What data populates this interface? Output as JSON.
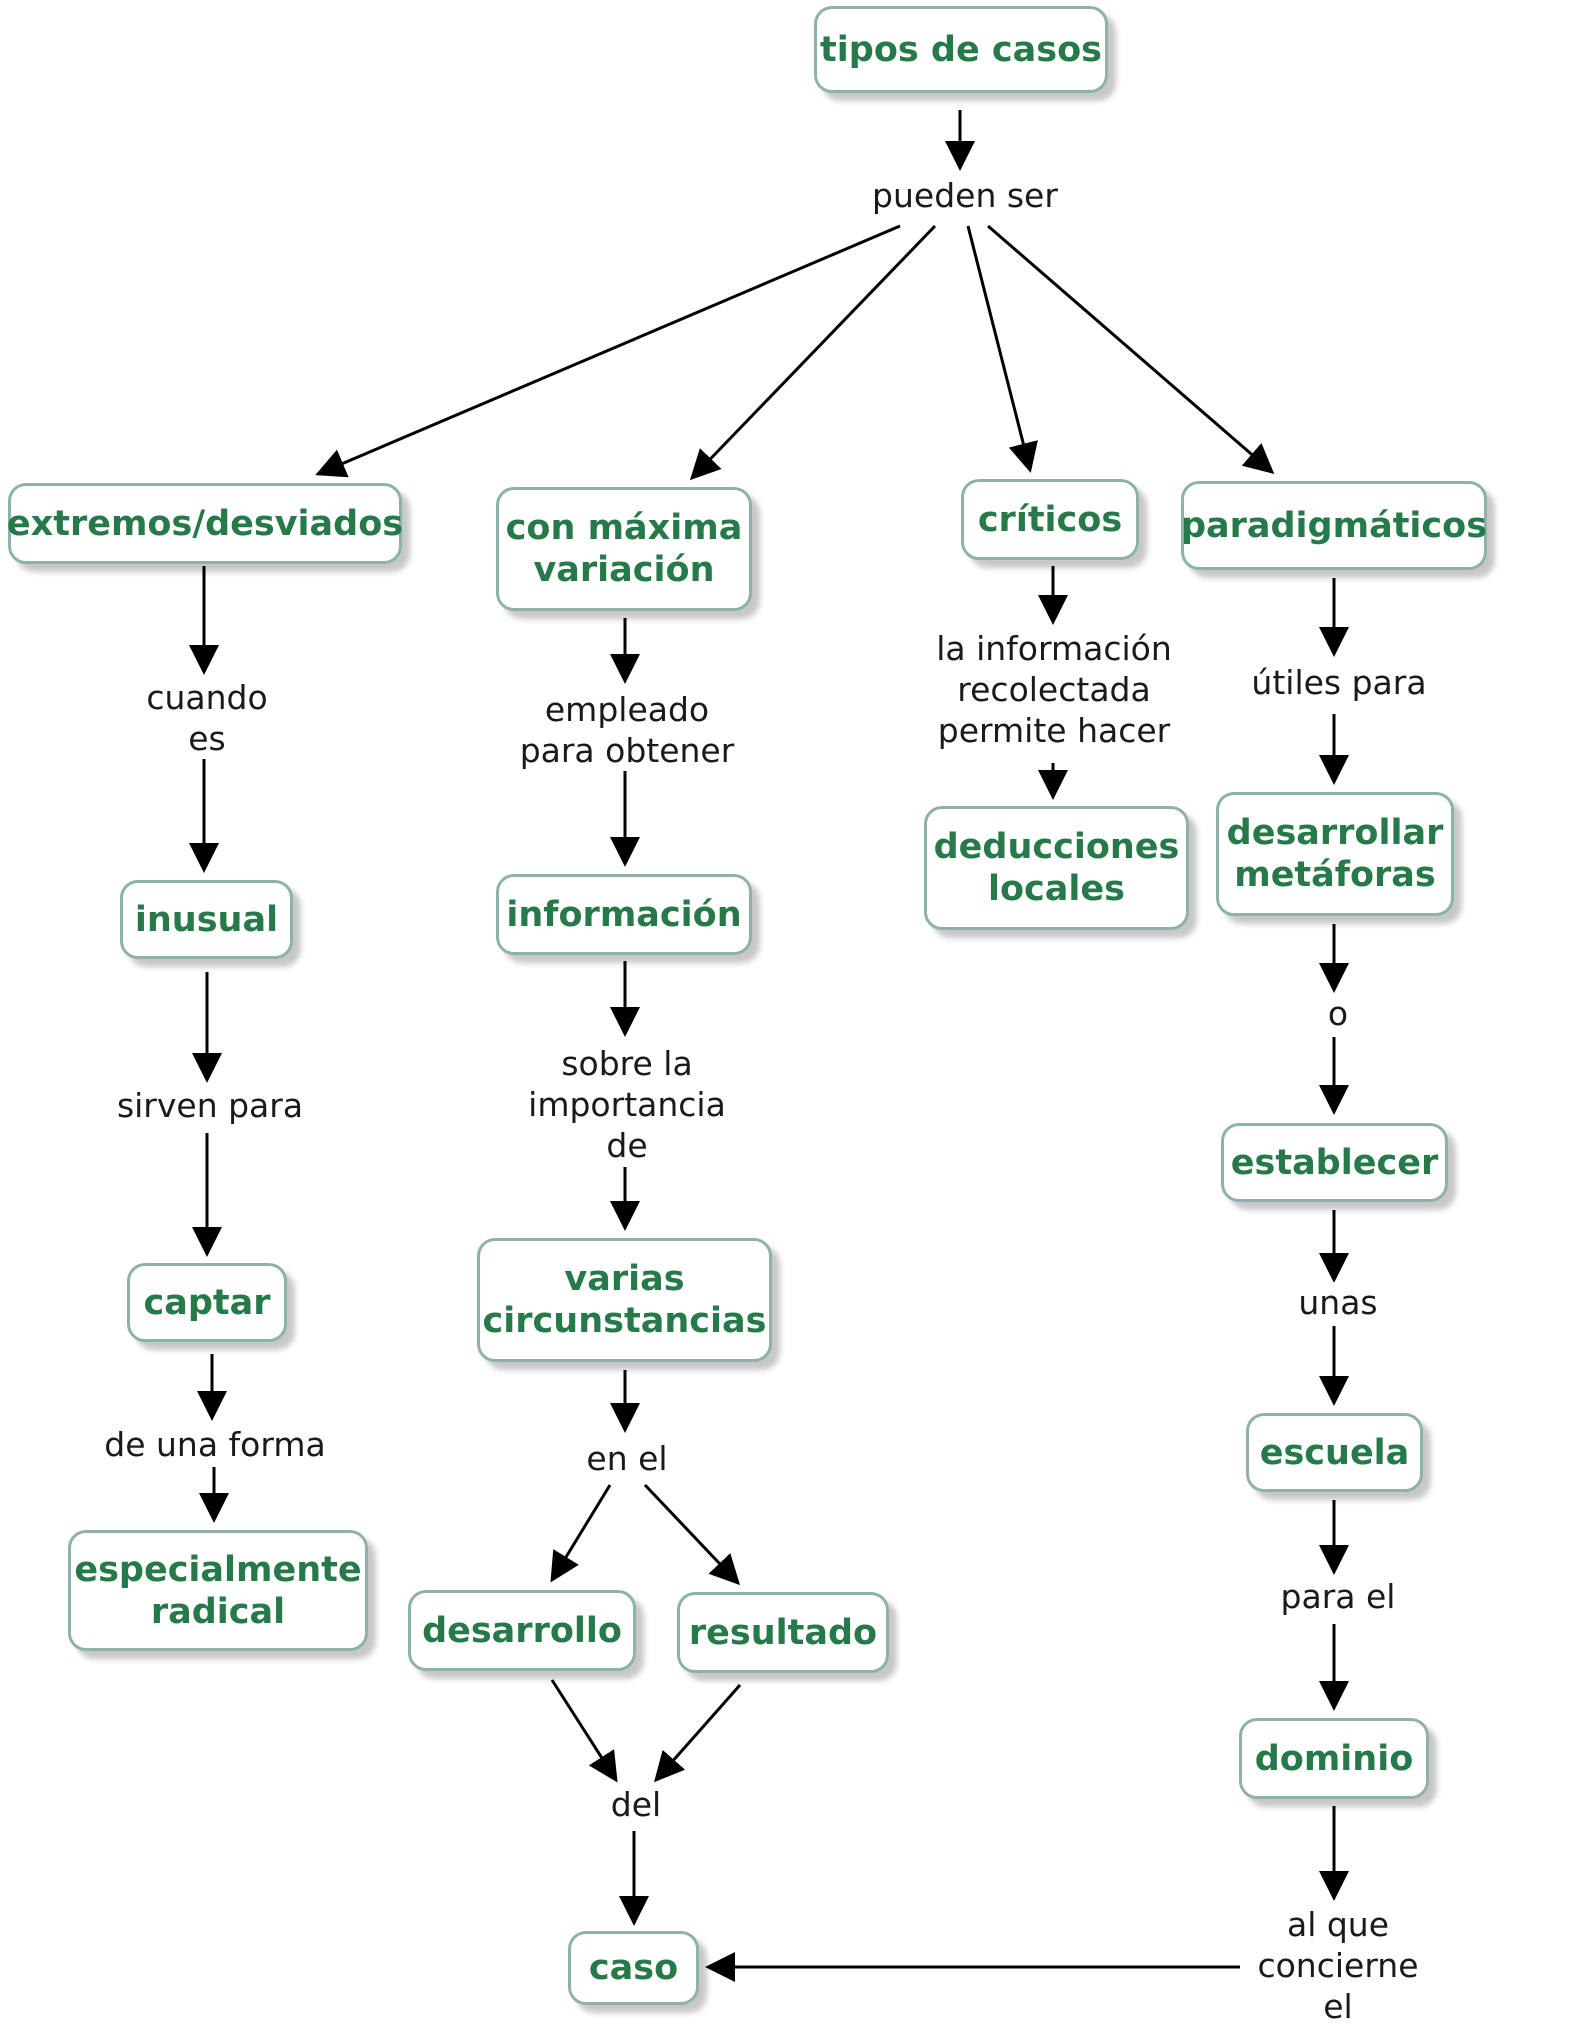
{
  "nodes": {
    "tipos": "tipos de casos",
    "extremos": "extremos/desviados",
    "variacion": "con máxima\nvariación",
    "criticos": "críticos",
    "paradigmaticos": "paradigmáticos",
    "inusual": "inusual",
    "captar": "captar",
    "radical": "especialmente\nradical",
    "informacion": "información",
    "circunstancias": "varias\ncircunstancias",
    "desarrollo": "desarrollo",
    "resultado": "resultado",
    "caso": "caso",
    "deducciones": "deducciones\nlocales",
    "metaforas": "desarrollar\nmetáforas",
    "establecer": "establecer",
    "escuela": "escuela",
    "dominio": "dominio"
  },
  "links": {
    "pueden_ser": "pueden ser",
    "cuando_es": "cuando\nes",
    "sirven_para": "sirven para",
    "de_una_forma": "de una forma",
    "empleado": "empleado\npara obtener",
    "sobre": "sobre la\nimportancia\nde",
    "en_el": "en el",
    "del": "del",
    "la_informacion": "la información\nrecolectada\npermite hacer",
    "utiles": "útiles para",
    "o": "o",
    "unas": "unas",
    "para_el": "para el",
    "al_que": "al que\nconcierne\nel"
  },
  "colors": {
    "node_border": "#8fb1ad",
    "node_text": "#267a4a",
    "link_text": "#1a1a1a",
    "arrow": "#000000"
  }
}
